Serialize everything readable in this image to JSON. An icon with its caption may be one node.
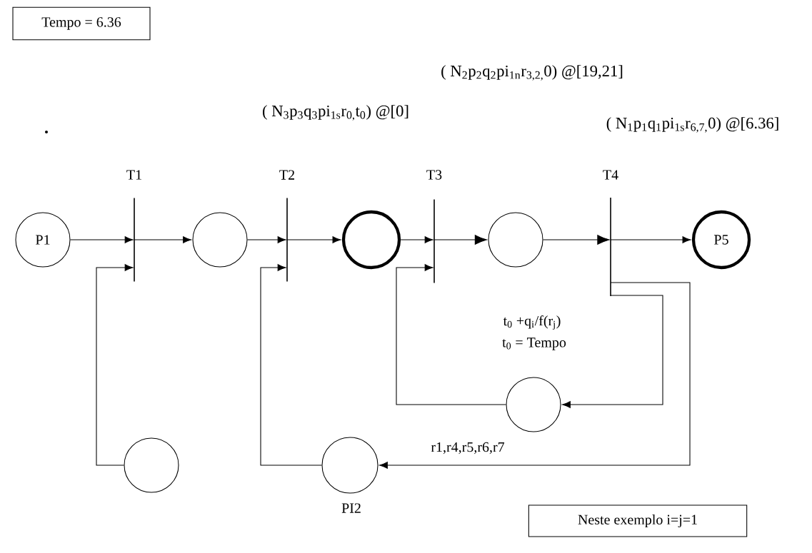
{
  "diagram": {
    "nodes": [
      {
        "text": [
          "P1"
        ]
      },
      {
        "text": [],
        "shape": "bar",
        "beside": [
          "T1"
        ]
      },
      {
        "text": [],
        "shape": "circle"
      },
      {
        "text": [],
        "shape": "bar",
        "beside": [
          "T2"
        ]
      },
      {
        "text": [],
        "shape": "circle"
      },
      {
        "text": [],
        "shape": "bar",
        "beside": [
          "T3"
        ]
      },
      {
        "text": [],
        "shape": "circle",
        "beside": [
          "t$_{0}$ +q$_{i}$/f(r$_{j}$)",
          "t$_{0}$ = Tempo"
        ]
      },
      {
        "text": [],
        "shape": "bar",
        "beside": [
          "T4"
        ]
      },
      {
        "text": [
          "P5"
        ]
      },
      {
        "text": [],
        "shape": "circle",
        "beside": [
          "r1,r4,r5,r6,r7"
        ]
      },
      {
        "text": [],
        "shape": "circle"
      },
      {
        "text": [],
        "shape": "circle",
        "beside": [
          "PI2"
        ]
      },
      {
        "text": [
          "Tempo = 6.36"
        ]
      },
      {
        "text": [
          "Neste exemplo i=j=1"
        ]
      }
    ],
    "edges": [
      {
        "from": 0,
        "to": 1,
        "arrow": "to"
      },
      {
        "from": 1,
        "to": 2,
        "arrow": "to"
      },
      {
        "from": 2,
        "to": 3,
        "arrow": "to"
      },
      {
        "from": 3,
        "to": 4,
        "arrow": "to"
      },
      {
        "from": 4,
        "to": 5,
        "arrow": "to"
      },
      {
        "from": 5,
        "to": 6,
        "arrow": "to"
      },
      {
        "from": 6,
        "to": 7,
        "arrow": "to"
      },
      {
        "from": 7,
        "to": 8,
        "arrow": "to"
      },
      {
        "from": 10,
        "to": 1,
        "arrow": "to"
      },
      {
        "from": 11,
        "to": 3,
        "arrow": "to"
      },
      {
        "from": 9,
        "to": 5,
        "arrow": "to"
      },
      {
        "from": 7,
        "to": 9,
        "arrow": "to"
      },
      {
        "from": 7,
        "to": 11,
        "arrow": "to"
      }
    ],
    "labels": [
      "( N$_{2}$p$_{2}$q$_{2}$pi$_{1n}$r$_{3,2,}$0) @[19,21]",
      "( N$_{3}$p$_{3}$q$_{3}$pi$_{1s}$r$_{0,}$t$_{0}$) @[0]",
      "( N$_{1}$p$_{1}$q$_{1}$pi$_{1s}$r$_{6,7,}$0) @[6.36]"
    ]
  }
}
